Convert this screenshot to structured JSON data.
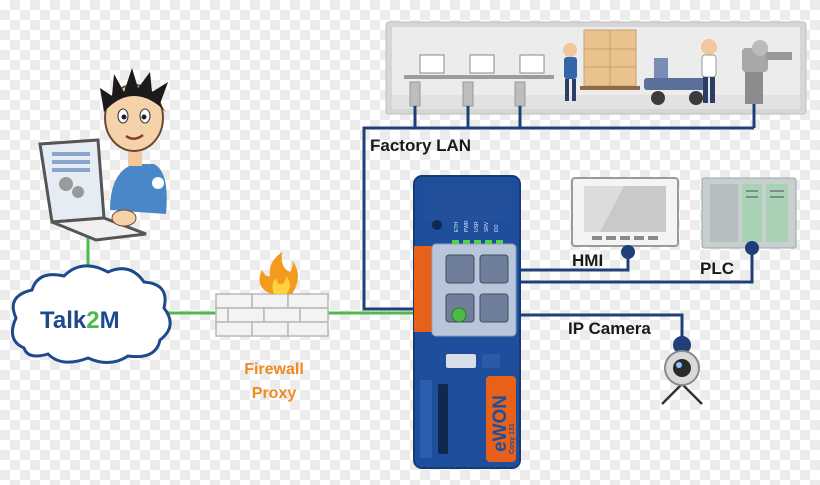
{
  "labels": {
    "factory_lan": "Factory LAN",
    "hmi": "HMI",
    "plc": "PLC",
    "ip_camera": "IP Camera",
    "firewall": "Firewall",
    "proxy": "Proxy",
    "cloud_brand_a": "Talk",
    "cloud_brand_b": "2",
    "cloud_brand_c": "M",
    "device_brand": "eWON",
    "device_model": "Cosy 131",
    "led_labels": [
      "ETH",
      "PWR",
      "USR",
      "SRV",
      "DO"
    ]
  },
  "colors": {
    "device_blue": "#1f4e9c",
    "device_orange": "#e8611a",
    "lan_line": "#1f3f7a",
    "internet_line": "#4cbb47",
    "cloud_text": "#1e4a8c",
    "cloud_accent": "#4cbb47",
    "firewall_text": "#ee8a1e"
  },
  "icons": [
    "person-icon",
    "laptop-icon",
    "cloud-icon",
    "firewall-icon",
    "factory-icon",
    "hmi-monitor-icon",
    "plc-rack-icon",
    "ip-camera-icon",
    "router-device-icon"
  ]
}
